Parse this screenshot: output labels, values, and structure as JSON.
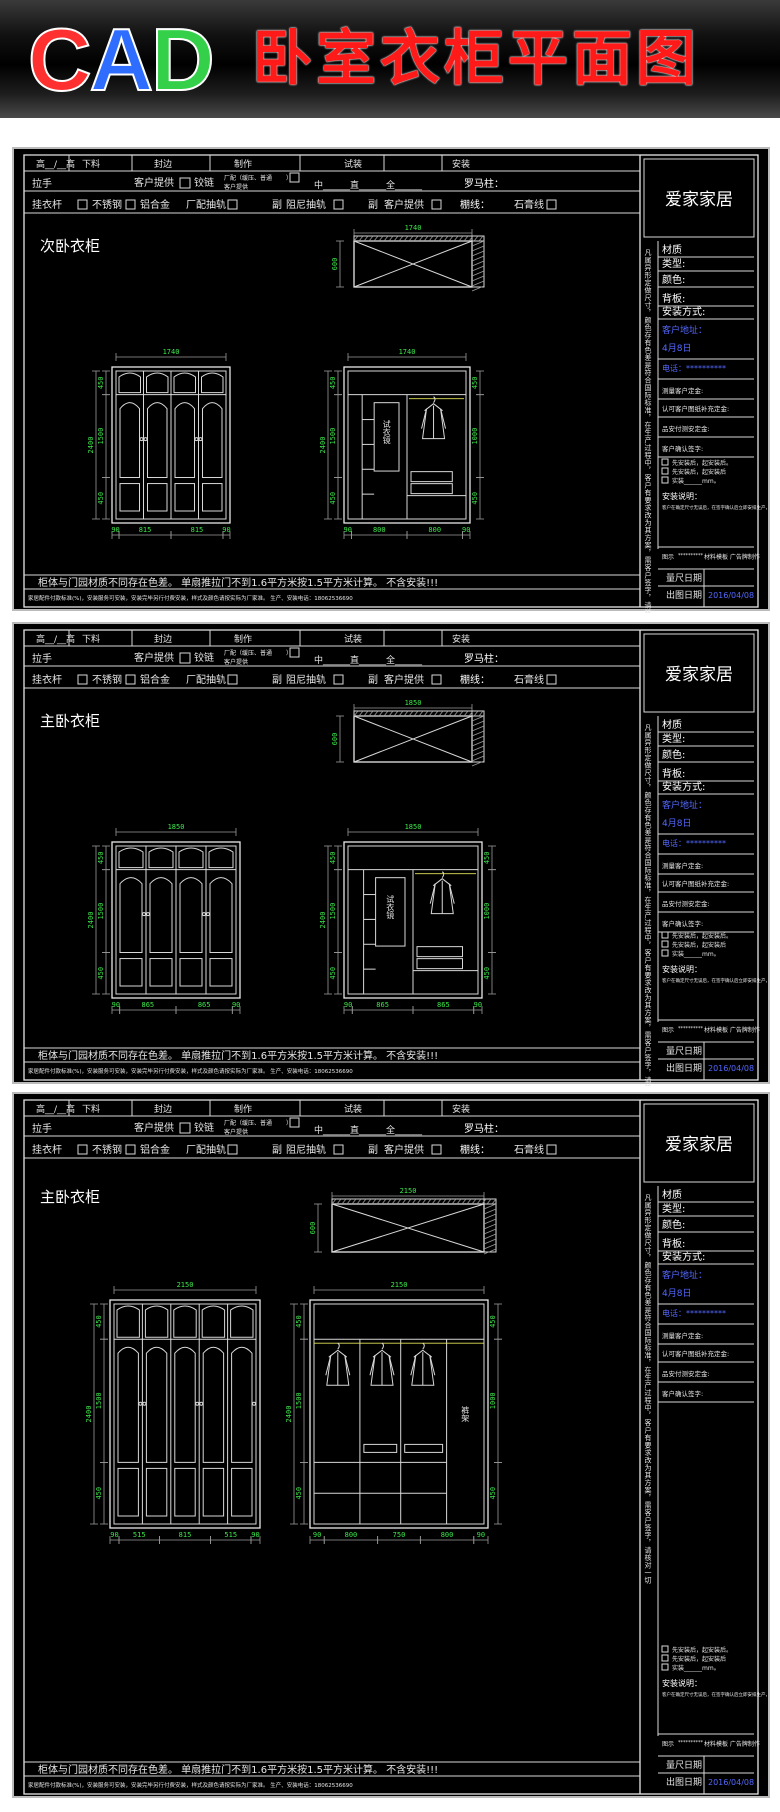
{
  "header": {
    "logo_letters": [
      "C",
      "A",
      "D"
    ],
    "logo_colors": [
      "#ff3030",
      "#2f6dff",
      "#35d04a"
    ],
    "title": "卧室衣柜平面图"
  },
  "form": {
    "row1": [
      "高__/__高",
      "下料",
      "封边",
      "制作",
      "试装",
      "安装"
    ],
    "row2": [
      "拉手",
      "客户提供",
      "铰链",
      "厂配（缓压",
      "、普通",
      "）",
      "客户提供",
      "中______直______全______",
      "罗马柱："
    ],
    "row3": [
      "挂衣杆",
      "不锈钢",
      "铝合金",
      "厂配抽轨",
      "副",
      "阻尼抽轨",
      "副",
      "客户提供",
      "棚线：",
      "石膏线"
    ],
    "company": "爱家家居",
    "note1": "柜体与门园材质不同存在色差。  单扇推拉门不到1.6平方米按1.5平方米计算。 不含安装!!!",
    "note2": "家居配件付款标准(%)，安装服务可安装，安装完毕另行付费安装，样式及颜色请按实际为厂家准。   生产、安装电话：18062536690",
    "side": {
      "labels": [
        "材质",
        "类型:",
        "颜色:",
        "背板:",
        "安装方式:"
      ],
      "vertical_note": "凡属异形定做尺寸，颜色存有色差是符合国际标准，在生产过程中，客户有要求改为其方案，需客户签字，请核对一切",
      "customer_addr": "客户地址：",
      "date_small": "4月8日",
      "phone": "电话：**********",
      "rows": [
        "测量客户定金:",
        "认可客户图纸补充定金:",
        "品安付测安定金:",
        "客户确认签字:"
      ],
      "checks": [
        "先安装后，起安装后。",
        "先安装后，起安装后",
        "实装______mm。"
      ],
      "notice_title": "安装说明：",
      "notice_text": "客户在确定尺寸无误后，在签字确认后立即安排生产，生产完毕后由厂家负责送货上门安装，客户负责自行验收，如有质量问题请在三天内提出，逾期不予受理，安装完毕请及时付清余款（3-4）周期。",
      "sign_label": "图示",
      "sign_stars": "**********",
      "sign_value": "材料模板 广告牌制作",
      "qty_label": "量尺日期",
      "out_label": "出图日期",
      "out_date": "2016/04/08"
    }
  },
  "sheets": [
    {
      "room": "次卧衣柜",
      "doors": 4,
      "top_dim": "1740",
      "front_w": "1740",
      "front_h": "2400",
      "front_top": "450",
      "front_mid": "1500",
      "front_bot": "450",
      "front_b": [
        "90",
        "815",
        "815",
        "90"
      ],
      "side_w": "1740",
      "side_h": "2400",
      "plan_depth": "600",
      "inner_b": [
        "90",
        "800",
        "800",
        "90"
      ],
      "right_dims": [
        "450",
        "1000",
        "450"
      ],
      "label_trial": "试衣镜",
      "layout": "a"
    },
    {
      "room": "主卧衣柜",
      "doors": 4,
      "top_dim": "1850",
      "front_w": "1850",
      "front_h": "2400",
      "front_top": "450",
      "front_mid": "1500",
      "front_bot": "450",
      "front_b": [
        "90",
        "865",
        "865",
        "90"
      ],
      "side_w": "1850",
      "side_h": "2400",
      "plan_depth": "600",
      "inner_b": [
        "90",
        "865",
        "865",
        "90"
      ],
      "right_dims": [
        "450",
        "1000",
        "450"
      ],
      "label_trial": "试衣镜",
      "layout": "a"
    },
    {
      "room": "主卧衣柜",
      "doors": 5,
      "top_dim": "2150",
      "front_w": "2150",
      "front_h": "2400",
      "front_top": "450",
      "front_mid": "1500",
      "front_bot": "450",
      "front_b": [
        "90",
        "515",
        "815",
        "515",
        "90"
      ],
      "side_w": "2150",
      "side_h": "2400",
      "plan_depth": "600",
      "inner_b": [
        "90",
        "800",
        "750",
        "800",
        "90"
      ],
      "right_dims": [
        "450",
        "1000",
        "450"
      ],
      "label_trial": "裤架",
      "layout": "b"
    }
  ]
}
